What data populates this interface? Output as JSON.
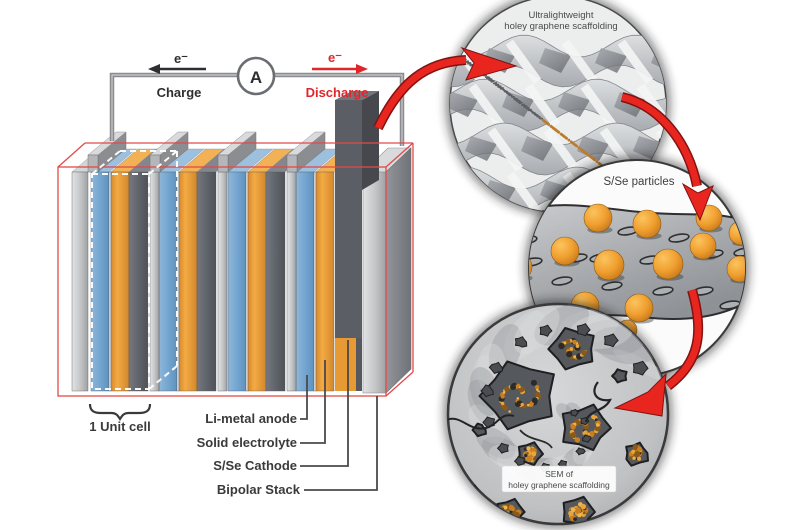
{
  "figure": {
    "circuit": {
      "ammeter_label": "A",
      "charge_label": "Charge",
      "discharge_label": "Discharge",
      "electron_charge": "e⁻",
      "electron_discharge": "e⁻"
    },
    "stack": {
      "unit_cell_label": "1 Unit cell",
      "layer_labels": [
        "Li-metal anode",
        "Solid electrolyte",
        "S/Se Cathode",
        "Bipolar Stack"
      ]
    },
    "callouts": {
      "scaffold_line1": "Ultralightweight",
      "scaffold_line2": "holey graphene scaffolding",
      "particles_label": "S/Se particles",
      "sem_line1": "SEM of",
      "sem_line2": "holey graphene scaffolding"
    },
    "colors": {
      "anode_blue": "#74A6D0",
      "cathode_orange": "#EFA038",
      "bipolar_gray": "#5E6167",
      "collector_gray": "#C7C9CB",
      "accent_red": "#E8251F",
      "wire_gray": "#8A8C90",
      "text_dark": "#2E2E30"
    }
  }
}
